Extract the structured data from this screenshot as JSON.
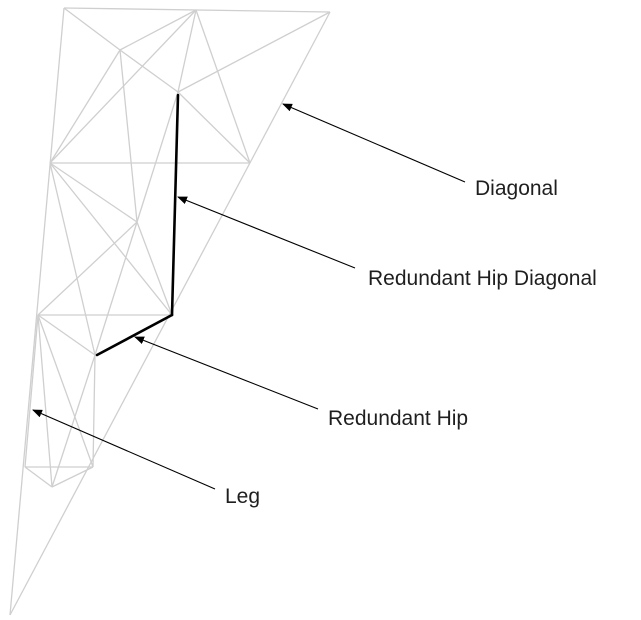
{
  "callouts": {
    "diagonal": "Diagonal",
    "redundant_hip_diagonal": "Redundant Hip Diagonal",
    "redundant_hip": "Redundant Hip",
    "leg": "Leg"
  },
  "colors": {
    "frame_members": "#cfcfcf",
    "highlighted_members": "#000000",
    "arrows": "#000000",
    "text": "#1f1f1f"
  }
}
